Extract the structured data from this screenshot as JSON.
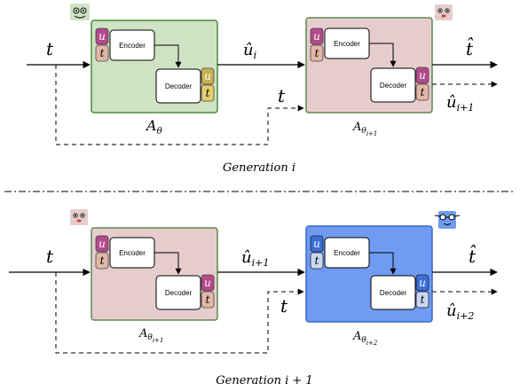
{
  "colors": {
    "green": "#cfe3c4",
    "green_stroke": "#4e8a3c",
    "pink": "#e7ccce",
    "pink_stroke": "#5d8a4e",
    "blue": "#6f9cf2",
    "blue_stroke": "#3a66c4",
    "u_badge_magenta": "#b24a8a",
    "u_badge_gold": "#c9b052",
    "u_badge_blue": "#3b6fd6",
    "t_badge_peach": "#e2b7a6",
    "t_badge_gold": "#e3cf6f",
    "t_badge_blue": "#c9d8ef"
  },
  "labels": {
    "encoder": "Encoder",
    "decoder": "Decoder",
    "u": "u",
    "t": "t"
  },
  "top": {
    "input_t": "t",
    "output_u_main": "û",
    "output_u_sub": "i",
    "feedback_t": "t",
    "output_t": "t̂",
    "output_u2_main": "û",
    "output_u2_sub": "i+1",
    "box1_label_main": "A",
    "box1_label_sub": "θ",
    "box2_label_main": "A",
    "box2_label_sub": "θ",
    "box2_label_subsub": "i+1",
    "caption": "Generation i"
  },
  "bottom": {
    "input_t": "t",
    "output_u_main": "û",
    "output_u_sub": "i+1",
    "feedback_t": "t",
    "output_t": "t̂",
    "output_u2_main": "û",
    "output_u2_sub": "i+2",
    "box1_label_main": "A",
    "box1_label_sub": "θ",
    "box1_label_subsub": "i+1",
    "box2_label_main": "A",
    "box2_label_sub": "θ",
    "box2_label_subsub": "i+2",
    "caption": "Generation i + 1"
  },
  "icons": [
    "student-face-icon",
    "teacher-face-icon",
    "teacher-face-icon",
    "glasses-face-icon"
  ]
}
